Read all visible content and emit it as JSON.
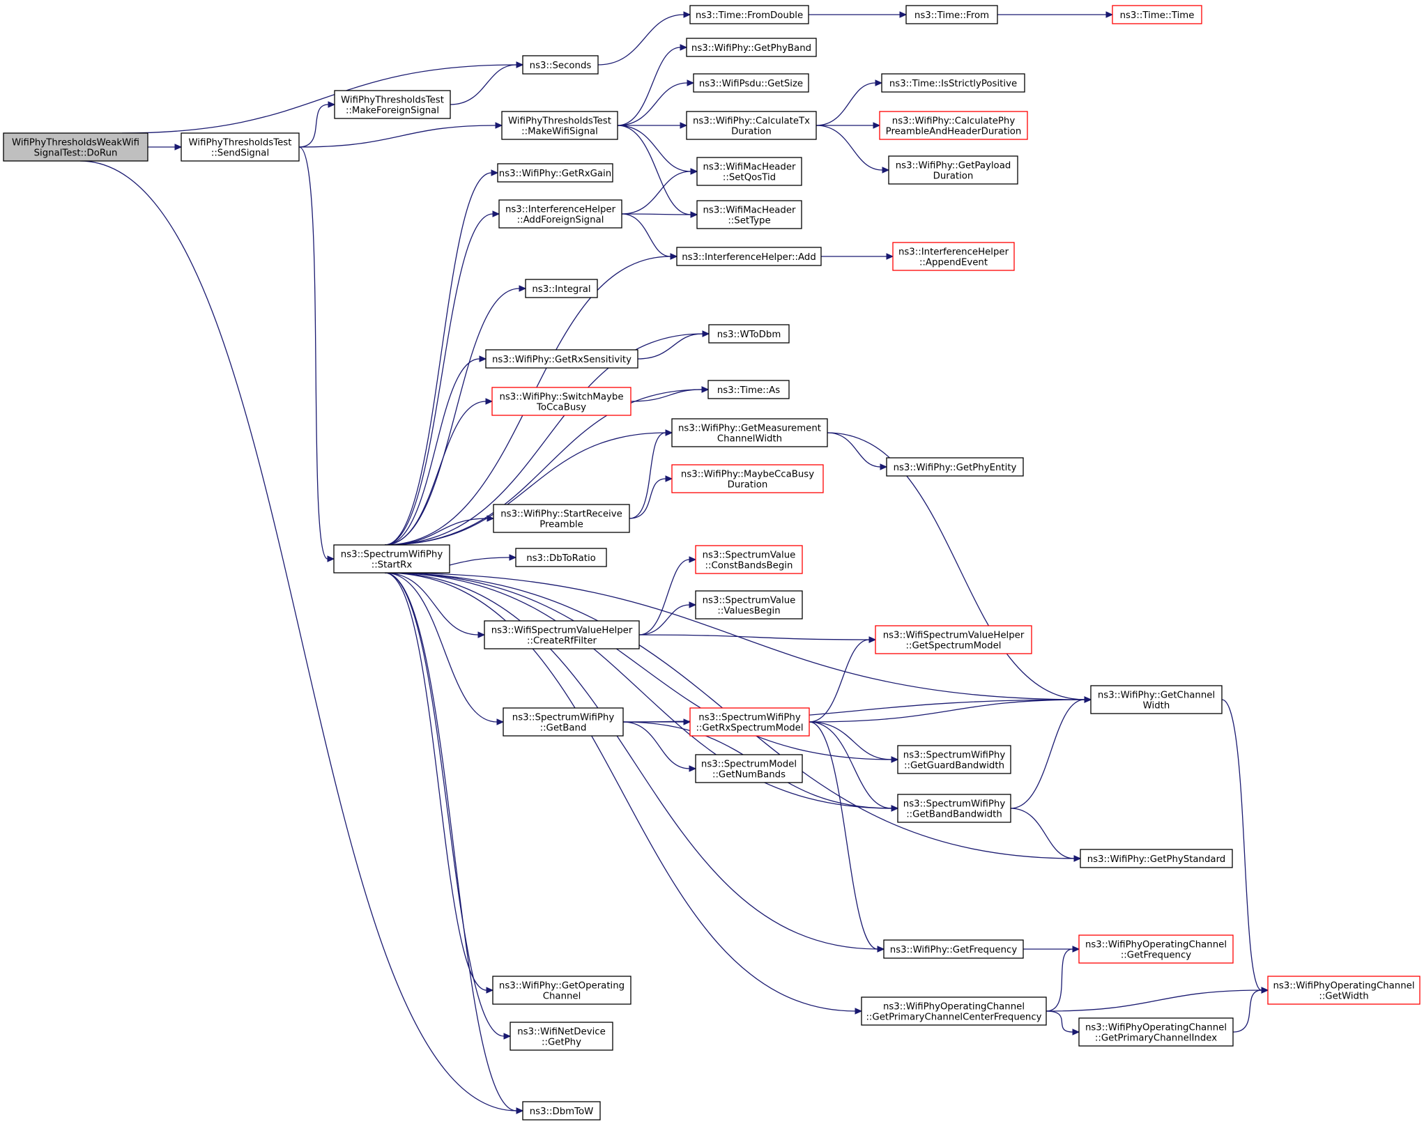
{
  "graph": {
    "edge_color": "#191970",
    "truncated_border_color": "#ff0000",
    "root_fill": "#bfbfbf",
    "nodes": [
      {
        "id": "dorun",
        "lines": [
          "WifiPhyThresholdsWeakWifi",
          "SignalTest::DoRun"
        ],
        "root": true
      },
      {
        "id": "sendsignal",
        "lines": [
          "WifiPhyThresholdsTest",
          "::SendSignal"
        ]
      },
      {
        "id": "seconds",
        "lines": [
          "ns3::Seconds"
        ]
      },
      {
        "id": "makeforeign",
        "lines": [
          "WifiPhyThresholdsTest",
          "::MakeForeignSignal"
        ]
      },
      {
        "id": "makewifi",
        "lines": [
          "WifiPhyThresholdsTest",
          "::MakeWifiSignal"
        ]
      },
      {
        "id": "startrx",
        "lines": [
          "ns3::SpectrumWifiPhy",
          "::StartRx"
        ]
      },
      {
        "id": "dbmtow",
        "lines": [
          "ns3::DbmToW"
        ]
      },
      {
        "id": "fromdouble",
        "lines": [
          "ns3::Time::FromDouble"
        ]
      },
      {
        "id": "from",
        "lines": [
          "ns3::Time::From"
        ]
      },
      {
        "id": "time",
        "lines": [
          "ns3::Time::Time"
        ],
        "truncated": true
      },
      {
        "id": "getphyband",
        "lines": [
          "ns3::WifiPhy::GetPhyBand"
        ]
      },
      {
        "id": "psdusize",
        "lines": [
          "ns3::WifiPsdu::GetSize"
        ]
      },
      {
        "id": "calctx",
        "lines": [
          "ns3::WifiPhy::CalculateTx",
          "Duration"
        ]
      },
      {
        "id": "strictpos",
        "lines": [
          "ns3::Time::IsStrictlyPositive"
        ]
      },
      {
        "id": "calcpreamble",
        "lines": [
          "ns3::WifiPhy::CalculatePhy",
          "PreambleAndHeaderDuration"
        ],
        "truncated": true
      },
      {
        "id": "getpayload",
        "lines": [
          "ns3::WifiPhy::GetPayload",
          "Duration"
        ]
      },
      {
        "id": "setqos",
        "lines": [
          "ns3::WifiMacHeader",
          "::SetQosTid"
        ]
      },
      {
        "id": "settype",
        "lines": [
          "ns3::WifiMacHeader",
          "::SetType"
        ]
      },
      {
        "id": "getrxgain",
        "lines": [
          "ns3::WifiPhy::GetRxGain"
        ]
      },
      {
        "id": "addforeign",
        "lines": [
          "ns3::InterferenceHelper",
          "::AddForeignSignal"
        ]
      },
      {
        "id": "ihadd",
        "lines": [
          "ns3::InterferenceHelper::Add"
        ]
      },
      {
        "id": "appendevent",
        "lines": [
          "ns3::InterferenceHelper",
          "::AppendEvent"
        ],
        "truncated": true
      },
      {
        "id": "integral",
        "lines": [
          "ns3::Integral"
        ]
      },
      {
        "id": "wtodbm",
        "lines": [
          "ns3::WToDbm"
        ]
      },
      {
        "id": "getrxsens",
        "lines": [
          "ns3::WifiPhy::GetRxSensitivity"
        ]
      },
      {
        "id": "switchcca",
        "lines": [
          "ns3::WifiPhy::SwitchMaybe",
          "ToCcaBusy"
        ],
        "truncated": true
      },
      {
        "id": "timeas",
        "lines": [
          "ns3::Time::As"
        ]
      },
      {
        "id": "getmeas",
        "lines": [
          "ns3::WifiPhy::GetMeasurement",
          "ChannelWidth"
        ]
      },
      {
        "id": "getphyentity",
        "lines": [
          "ns3::WifiPhy::GetPhyEntity"
        ]
      },
      {
        "id": "maybecca",
        "lines": [
          "ns3::WifiPhy::MaybeCcaBusy",
          "Duration"
        ],
        "truncated": true
      },
      {
        "id": "startrecv",
        "lines": [
          "ns3::WifiPhy::StartReceive",
          "Preamble"
        ]
      },
      {
        "id": "dbtoratio",
        "lines": [
          "ns3::DbToRatio"
        ]
      },
      {
        "id": "constbands",
        "lines": [
          "ns3::SpectrumValue",
          "::ConstBandsBegin"
        ],
        "truncated": true
      },
      {
        "id": "valuesbegin",
        "lines": [
          "ns3::SpectrumValue",
          "::ValuesBegin"
        ]
      },
      {
        "id": "rffilter",
        "lines": [
          "ns3::WifiSpectrumValueHelper",
          "::CreateRfFilter"
        ]
      },
      {
        "id": "getspecmodel",
        "lines": [
          "ns3::WifiSpectrumValueHelper",
          "::GetSpectrumModel"
        ],
        "truncated": true
      },
      {
        "id": "getchwidth",
        "lines": [
          "ns3::WifiPhy::GetChannel",
          "Width"
        ]
      },
      {
        "id": "getband",
        "lines": [
          "ns3::SpectrumWifiPhy",
          "::GetBand"
        ]
      },
      {
        "id": "getrxspec",
        "lines": [
          "ns3::SpectrumWifiPhy",
          "::GetRxSpectrumModel"
        ],
        "truncated": true
      },
      {
        "id": "numbands",
        "lines": [
          "ns3::SpectrumModel",
          "::GetNumBands"
        ]
      },
      {
        "id": "guardbw",
        "lines": [
          "ns3::SpectrumWifiPhy",
          "::GetGuardBandwidth"
        ]
      },
      {
        "id": "bandbw",
        "lines": [
          "ns3::SpectrumWifiPhy",
          "::GetBandBandwidth"
        ]
      },
      {
        "id": "phystd",
        "lines": [
          "ns3::WifiPhy::GetPhyStandard"
        ]
      },
      {
        "id": "getfreq",
        "lines": [
          "ns3::WifiPhy::GetFrequency"
        ]
      },
      {
        "id": "opfreq",
        "lines": [
          "ns3::WifiPhyOperatingChannel",
          "::GetFrequency"
        ],
        "truncated": true
      },
      {
        "id": "getopch",
        "lines": [
          "ns3::WifiPhy::GetOperating",
          "Channel"
        ]
      },
      {
        "id": "primcenter",
        "lines": [
          "ns3::WifiPhyOperatingChannel",
          "::GetPrimaryChannelCenterFrequency"
        ]
      },
      {
        "id": "opwidth",
        "lines": [
          "ns3::WifiPhyOperatingChannel",
          "::GetWidth"
        ],
        "truncated": true
      },
      {
        "id": "primindex",
        "lines": [
          "ns3::WifiPhyOperatingChannel",
          "::GetPrimaryChannelIndex"
        ]
      },
      {
        "id": "netdevphy",
        "lines": [
          "ns3::WifiNetDevice",
          "::GetPhy"
        ]
      }
    ],
    "edges": [
      [
        "dorun",
        "seconds"
      ],
      [
        "dorun",
        "sendsignal"
      ],
      [
        "dorun",
        "dbmtow"
      ],
      [
        "sendsignal",
        "makeforeign"
      ],
      [
        "sendsignal",
        "makewifi"
      ],
      [
        "sendsignal",
        "startrx"
      ],
      [
        "makeforeign",
        "seconds"
      ],
      [
        "seconds",
        "fromdouble"
      ],
      [
        "fromdouble",
        "from"
      ],
      [
        "from",
        "time"
      ],
      [
        "makewifi",
        "getphyband"
      ],
      [
        "makewifi",
        "psdusize"
      ],
      [
        "makewifi",
        "calctx"
      ],
      [
        "makewifi",
        "setqos"
      ],
      [
        "makewifi",
        "settype"
      ],
      [
        "calctx",
        "strictpos"
      ],
      [
        "calctx",
        "calcpreamble"
      ],
      [
        "calctx",
        "getpayload"
      ],
      [
        "startrx",
        "getrxgain"
      ],
      [
        "startrx",
        "addforeign"
      ],
      [
        "startrx",
        "ihadd"
      ],
      [
        "startrx",
        "integral"
      ],
      [
        "startrx",
        "wtodbm"
      ],
      [
        "startrx",
        "getrxsens"
      ],
      [
        "startrx",
        "switchcca"
      ],
      [
        "startrx",
        "timeas"
      ],
      [
        "startrx",
        "getmeas"
      ],
      [
        "startrx",
        "startrecv"
      ],
      [
        "startrx",
        "dbtoratio"
      ],
      [
        "startrx",
        "getchwidth"
      ],
      [
        "startrx",
        "rffilter"
      ],
      [
        "startrx",
        "getband"
      ],
      [
        "startrx",
        "guardbw"
      ],
      [
        "startrx",
        "bandbw"
      ],
      [
        "startrx",
        "phystd"
      ],
      [
        "startrx",
        "getfreq"
      ],
      [
        "startrx",
        "getopch"
      ],
      [
        "startrx",
        "netdevphy"
      ],
      [
        "startrx",
        "primcenter"
      ],
      [
        "startrx",
        "dbmtow"
      ],
      [
        "addforeign",
        "setqos"
      ],
      [
        "addforeign",
        "settype"
      ],
      [
        "addforeign",
        "ihadd"
      ],
      [
        "ihadd",
        "appendevent"
      ],
      [
        "getrxsens",
        "wtodbm"
      ],
      [
        "switchcca",
        "timeas"
      ],
      [
        "getmeas",
        "getphyentity"
      ],
      [
        "getmeas",
        "getchwidth"
      ],
      [
        "startrecv",
        "getmeas"
      ],
      [
        "startrecv",
        "maybecca"
      ],
      [
        "rffilter",
        "constbands"
      ],
      [
        "rffilter",
        "valuesbegin"
      ],
      [
        "rffilter",
        "getspecmodel"
      ],
      [
        "getband",
        "getrxspec"
      ],
      [
        "getband",
        "getchwidth"
      ],
      [
        "getband",
        "numbands"
      ],
      [
        "getband",
        "bandbw"
      ],
      [
        "getrxspec",
        "getspecmodel"
      ],
      [
        "getrxspec",
        "getchwidth"
      ],
      [
        "getrxspec",
        "guardbw"
      ],
      [
        "getrxspec",
        "bandbw"
      ],
      [
        "getrxspec",
        "getfreq"
      ],
      [
        "bandbw",
        "getchwidth"
      ],
      [
        "bandbw",
        "phystd"
      ],
      [
        "getchwidth",
        "opwidth"
      ],
      [
        "getfreq",
        "opfreq"
      ],
      [
        "primcenter",
        "opfreq"
      ],
      [
        "primcenter",
        "opwidth"
      ],
      [
        "primcenter",
        "primindex"
      ],
      [
        "primindex",
        "opwidth"
      ]
    ]
  }
}
